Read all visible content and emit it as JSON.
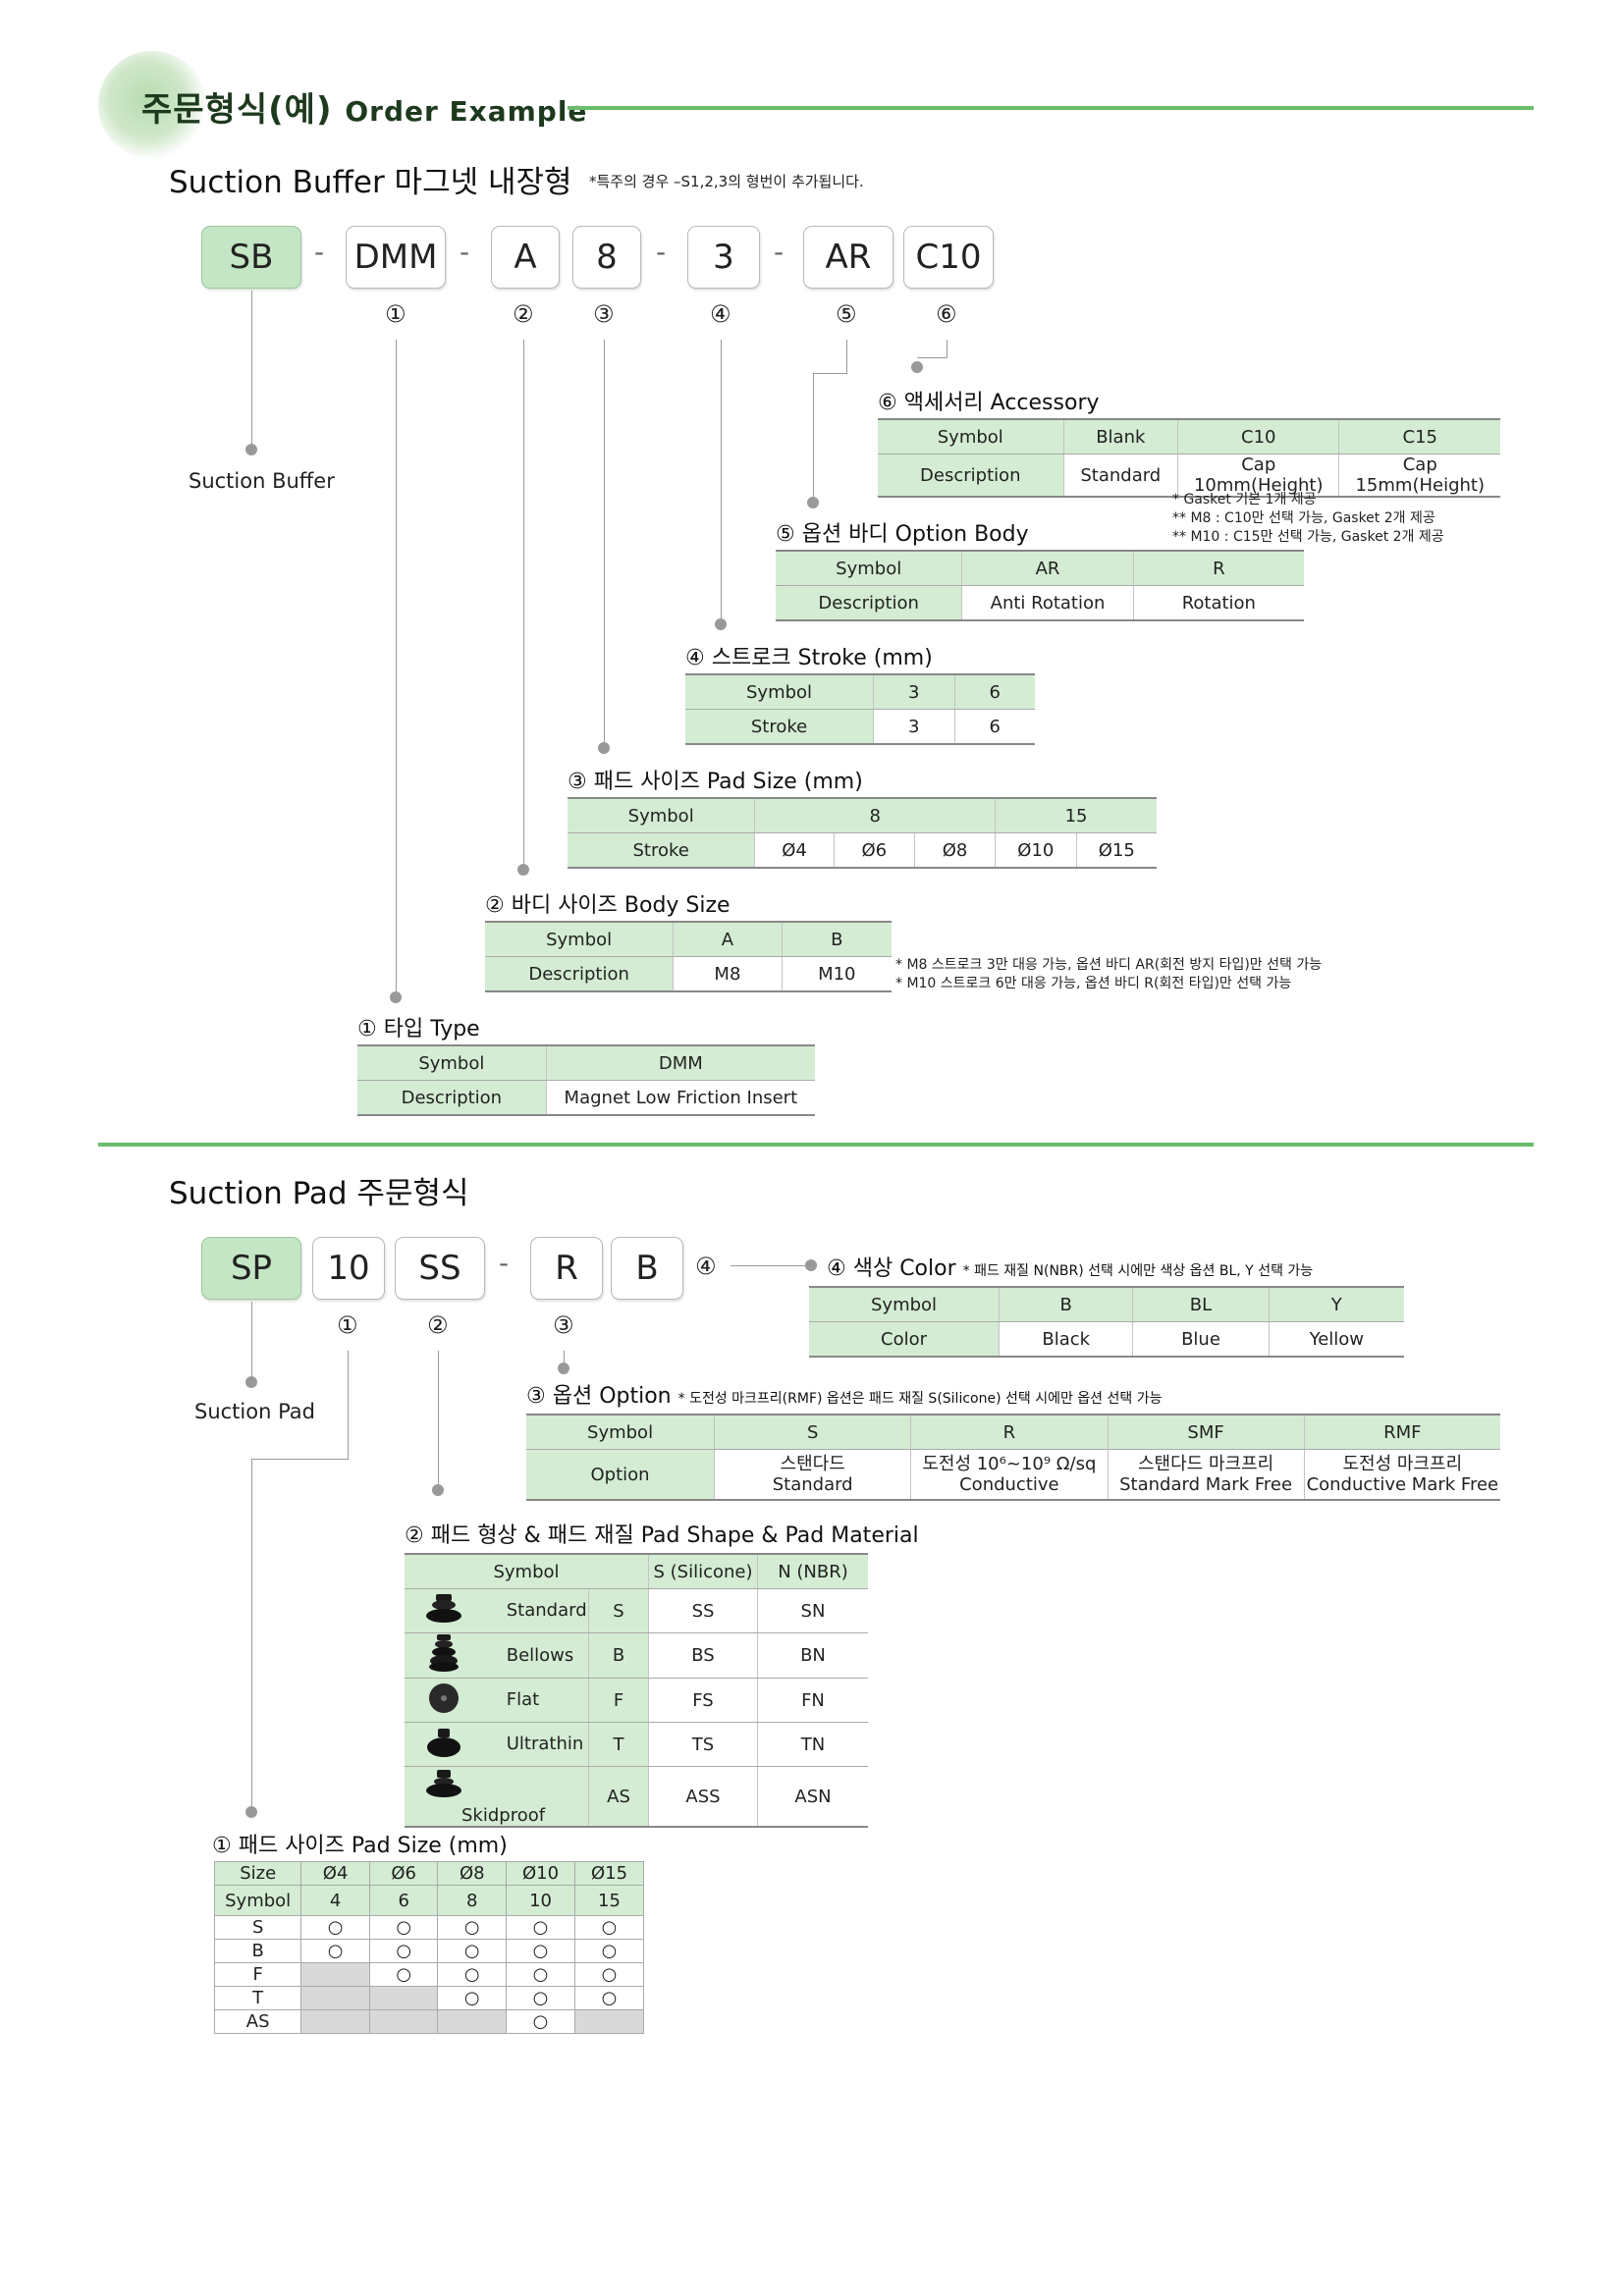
{
  "header": {
    "title_kr": "주문형식(예)",
    "title_en": "Order Example"
  },
  "buffer": {
    "title": "Suction Buffer 마그넷 내장형",
    "note": "*특주의 경우 –S1,2,3의 형번이 추가됩니다.",
    "codes": [
      "SB",
      "DMM",
      "A",
      "8",
      "3",
      "AR",
      "C10"
    ],
    "dash": "-",
    "nums": [
      "①",
      "②",
      "③",
      "④",
      "⑤",
      "⑥"
    ],
    "sb_label": "Suction Buffer",
    "accessory": {
      "title": "⑥ 액세서리 Accessory",
      "rows": [
        [
          "Symbol",
          "Blank",
          "C10",
          "C15"
        ],
        [
          "Description",
          "Standard",
          "Cap 10mm(Height)",
          "Cap 15mm(Height)"
        ]
      ],
      "notes": [
        "* Gasket 기본 1개 제공",
        "** M8 : C10만 선택 가능, Gasket 2개 제공",
        "** M10 : C15만 선택 가능, Gasket 2개 제공"
      ]
    },
    "option_body": {
      "title": "⑤ 옵션 바디 Option Body",
      "rows": [
        [
          "Symbol",
          "AR",
          "R"
        ],
        [
          "Description",
          "Anti Rotation",
          "Rotation"
        ]
      ]
    },
    "stroke": {
      "title": "④ 스트로크 Stroke (mm)",
      "rows": [
        [
          "Symbol",
          "3",
          "6"
        ],
        [
          "Stroke",
          "3",
          "6"
        ]
      ]
    },
    "pad_size": {
      "title": "③ 패드 사이즈 Pad Size (mm)",
      "header": [
        "Symbol",
        "8",
        "15"
      ],
      "row": [
        "Stroke",
        "Ø4",
        "Ø6",
        "Ø8",
        "Ø10",
        "Ø15"
      ]
    },
    "body_size": {
      "title": "② 바디 사이즈 Body Size",
      "rows": [
        [
          "Symbol",
          "A",
          "B"
        ],
        [
          "Description",
          "M8",
          "M10"
        ]
      ],
      "notes": [
        "* M8  스트로크 3만 대응 가능, 옵션 바디 AR(회전 방지 타입)만 선택 가능",
        "* M10 스트로크 6만 대응 가능, 옵션 바디 R(회전 타입)만 선택 가능"
      ]
    },
    "type": {
      "title": "① 타입 Type",
      "rows": [
        [
          "Symbol",
          "DMM"
        ],
        [
          "Description",
          "Magnet Low Friction Insert"
        ]
      ]
    }
  },
  "pad": {
    "title": "Suction Pad 주문형식",
    "codes": [
      "SP",
      "10",
      "SS",
      "R",
      "B"
    ],
    "dash": "-",
    "nums": [
      "①",
      "②",
      "③",
      "④"
    ],
    "sp_label": "Suction Pad",
    "color": {
      "title": "④ 색상 Color",
      "note": "* 패드 재질 N(NBR) 선택 시에만 색상 옵션  BL, Y 선택 가능",
      "rows": [
        [
          "Symbol",
          "B",
          "BL",
          "Y"
        ],
        [
          "Color",
          "Black",
          "Blue",
          "Yellow"
        ]
      ]
    },
    "option": {
      "title": "③ 옵션 Option",
      "note": "* 도전성 마크프리(RMF) 옵션은 패드 재질 S(Silicone) 선택 시에만 옵션 선택 가능",
      "header": [
        "Symbol",
        "S",
        "R",
        "SMF",
        "RMF"
      ],
      "label": "Option",
      "cells": [
        [
          "스탠다드",
          "Standard"
        ],
        [
          "도전성 10⁶~10⁹ Ω/sq",
          "Conductive"
        ],
        [
          "스탠다드 마크프리",
          "Standard Mark Free"
        ],
        [
          "도전성 마크프리",
          "Conductive Mark Free"
        ]
      ]
    },
    "shape": {
      "title": "② 패드 형상 & 패드 재질 Pad Shape & Pad Material",
      "header": [
        "Symbol",
        "S (Silicone)",
        "N (NBR)"
      ],
      "rows": [
        [
          "Standard",
          "S",
          "SS",
          "SN"
        ],
        [
          "Bellows",
          "B",
          "BS",
          "BN"
        ],
        [
          "Flat",
          "F",
          "FS",
          "FN"
        ],
        [
          "Ultrathin",
          "T",
          "TS",
          "TN"
        ],
        [
          "Skidproof",
          "AS",
          "ASS",
          "ASN"
        ]
      ]
    },
    "size": {
      "title": "① 패드 사이즈 Pad Size (mm)",
      "header": [
        "Size",
        "Ø4",
        "Ø6",
        "Ø8",
        "Ø10",
        "Ø15"
      ],
      "symbol": [
        "Symbol",
        "4",
        "6",
        "8",
        "10",
        "15"
      ],
      "rows": [
        [
          "S",
          "○",
          "○",
          "○",
          "○",
          "○"
        ],
        [
          "B",
          "○",
          "○",
          "○",
          "○",
          "○"
        ],
        [
          "F",
          "",
          "○",
          "○",
          "○",
          "○"
        ],
        [
          "T",
          "",
          "",
          "○",
          "○",
          "○"
        ],
        [
          "AS",
          "",
          "",
          "",
          "○",
          ""
        ]
      ]
    }
  }
}
